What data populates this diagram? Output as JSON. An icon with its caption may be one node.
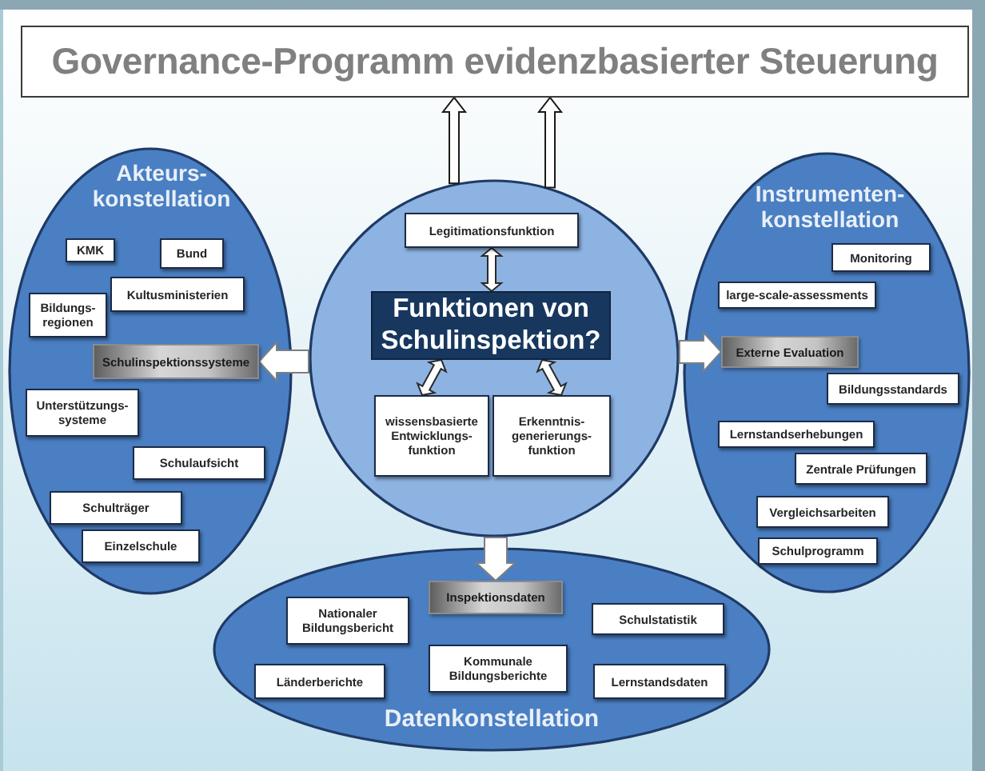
{
  "diagram": {
    "nodes": [
      {
        "text": [
          "Governance-Programm evidenzbasierter Steuerung"
        ]
      },
      {
        "text": [
          "Akteurs- konstellation"
        ]
      },
      {
        "text": [
          "KMK"
        ],
        "in": 1
      },
      {
        "text": [
          "Bund"
        ],
        "in": 1
      },
      {
        "text": [
          "Kultusministerien"
        ],
        "in": 1
      },
      {
        "text": [
          "Bildungs- regionen"
        ],
        "in": 1
      },
      {
        "text": [
          "Schulinspektionssysteme"
        ],
        "in": 1
      },
      {
        "text": [
          "Unterstützungs- systeme"
        ],
        "in": 1
      },
      {
        "text": [
          "Schulaufsicht"
        ],
        "in": 1
      },
      {
        "text": [
          "Schulträger"
        ],
        "in": 1
      },
      {
        "text": [
          "Einzelschule"
        ],
        "in": 1
      },
      {
        "text": [],
        "shape": "circle"
      },
      {
        "text": [
          "Legitimationsfunktion"
        ],
        "in": 11
      },
      {
        "text": [
          "Funktionen von Schulinspektion?"
        ],
        "in": 11
      },
      {
        "text": [
          "wissensbasierte Entwicklungs- funktion"
        ],
        "in": 11
      },
      {
        "text": [
          "Erkenntnis- generierungs- funktion"
        ],
        "in": 11
      },
      {
        "text": [
          "Instrumenten- konstellation"
        ]
      },
      {
        "text": [
          "Monitoring"
        ],
        "in": 16
      },
      {
        "text": [
          "large-scale-assessments"
        ],
        "in": 16
      },
      {
        "text": [
          "Externe Evaluation"
        ],
        "in": 16
      },
      {
        "text": [
          "Bildungsstandards"
        ],
        "in": 16
      },
      {
        "text": [
          "Lernstandserhebungen"
        ],
        "in": 16
      },
      {
        "text": [
          "Zentrale Prüfungen"
        ],
        "in": 16
      },
      {
        "text": [
          "Vergleichsarbeiten"
        ],
        "in": 16
      },
      {
        "text": [
          "Schulprogramm"
        ],
        "in": 16
      },
      {
        "text": [
          "Datenkonstellation"
        ]
      },
      {
        "text": [
          "Inspektionsdaten"
        ],
        "in": 25
      },
      {
        "text": [
          "Nationaler Bildungsbericht"
        ],
        "in": 25
      },
      {
        "text": [
          "Schulstatistik"
        ],
        "in": 25
      },
      {
        "text": [
          "Kommunale Bildungsberichte"
        ],
        "in": 25
      },
      {
        "text": [
          "Länderberichte"
        ],
        "in": 25
      },
      {
        "text": [
          "Lernstandsdaten"
        ],
        "in": 25
      }
    ],
    "edges": [
      {
        "from": 11,
        "to": 0,
        "arrow": "to"
      },
      {
        "from": 11,
        "to": 0,
        "arrow": "to"
      },
      {
        "from": 11,
        "to": 6,
        "arrow": "to"
      },
      {
        "from": 11,
        "to": 19,
        "arrow": "to"
      },
      {
        "from": 11,
        "to": 26,
        "arrow": "to"
      },
      {
        "from": 12,
        "to": 13,
        "arrow": "both"
      },
      {
        "from": 13,
        "to": 14,
        "arrow": "both"
      },
      {
        "from": 13,
        "to": 15,
        "arrow": "both"
      }
    ]
  }
}
